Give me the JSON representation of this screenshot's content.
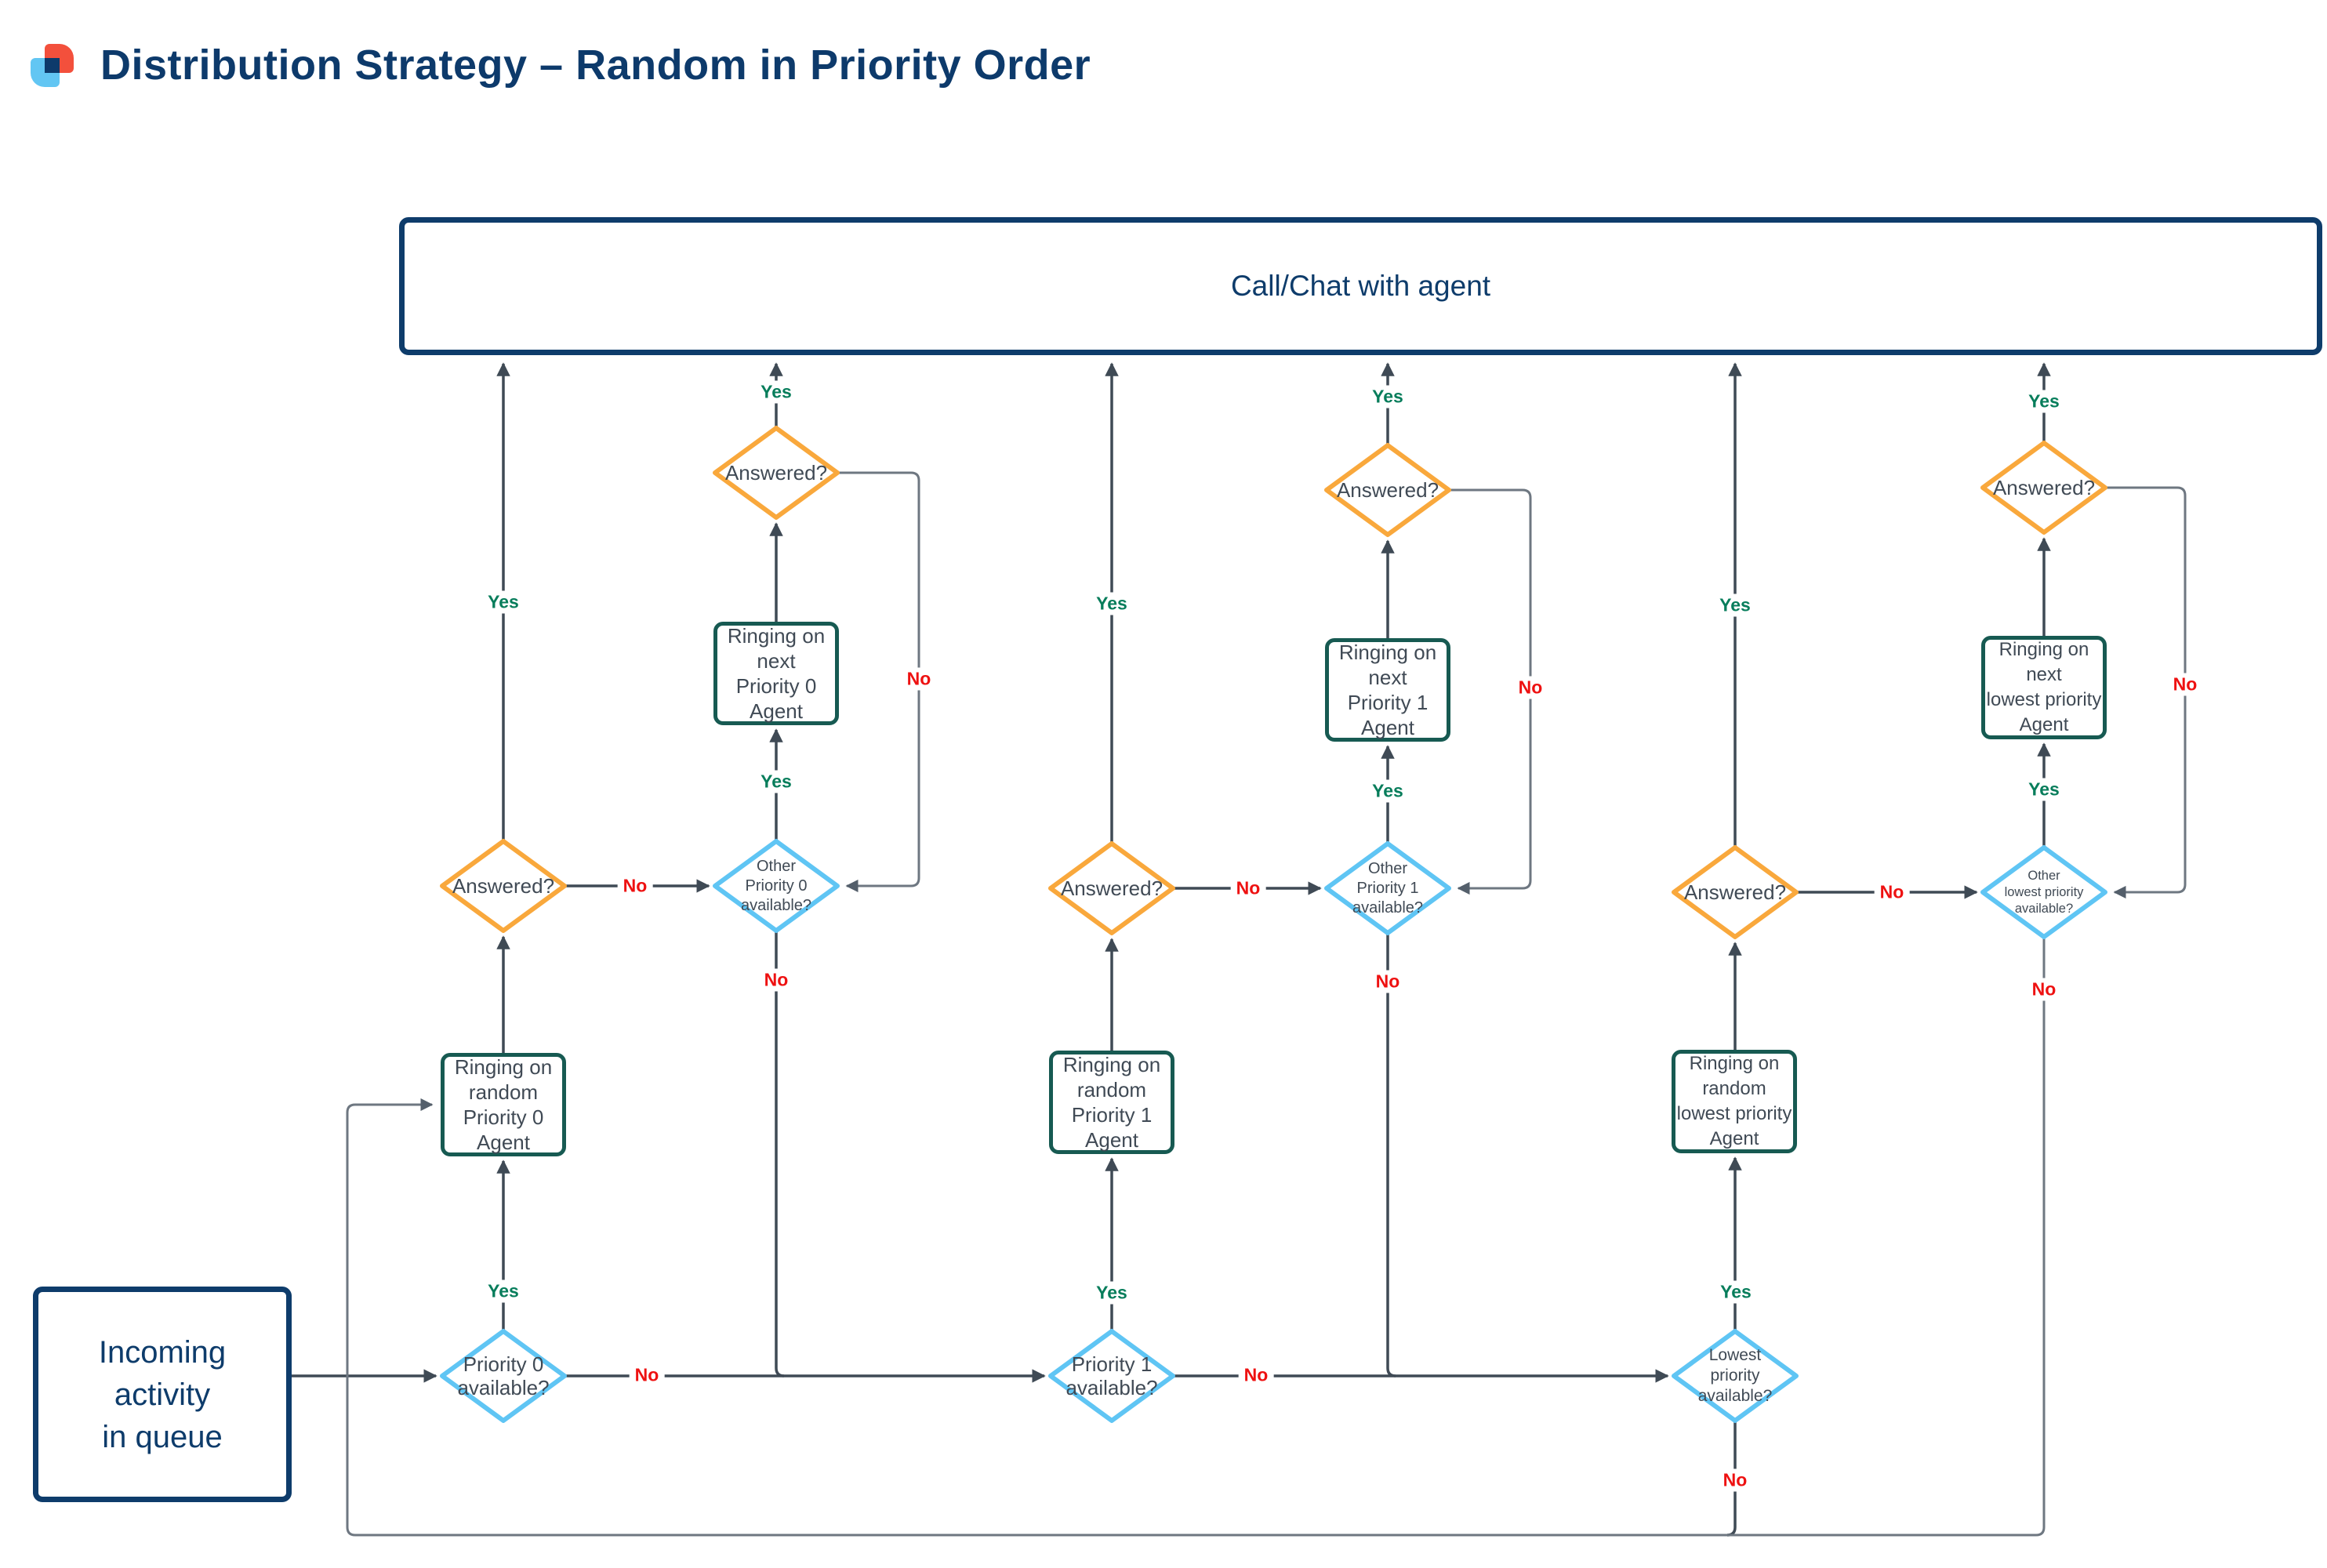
{
  "title": "Distribution Strategy – Random in Priority Order",
  "top_box": {
    "label": "Call/Chat with agent"
  },
  "start_box": {
    "label": "Incoming\nactivity\nin queue"
  },
  "labels": {
    "yes": "Yes",
    "no": "No"
  },
  "colors": {
    "navy": "#0e3c6b",
    "teal_box_border": "#175a52",
    "orange_diamond": "#f9a83c",
    "blue_diamond": "#5fc5f4",
    "yes_green": "#077d5b",
    "no_red": "#ee1111",
    "connector_dark": "#3f4a55",
    "connector_gray": "#6e7781",
    "text_slate": "#404a55",
    "logo_red": "#f3503c",
    "logo_blue": "#62c6f3"
  },
  "columns": [
    {
      "availability_diamond": "Priority 0\navailable?",
      "random_box": "Ringing on\nrandom\nPriority 0\nAgent",
      "answered_diamond": "Answered?",
      "other_diamond": "Other\nPriority 0\navailable?",
      "next_box": "Ringing on\nnext\nPriority 0\nAgent",
      "answered_top_diamond": "Answered?"
    },
    {
      "availability_diamond": "Priority 1\navailable?",
      "random_box": "Ringing on\nrandom\nPriority 1\nAgent",
      "answered_diamond": "Answered?",
      "other_diamond": "Other\nPriority 1\navailable?",
      "next_box": "Ringing on\nnext\nPriority 1\nAgent",
      "answered_top_diamond": "Answered?"
    },
    {
      "availability_diamond": "Lowest\npriority\navailable?",
      "random_box": "Ringing on\nrandom\nlowest priority\nAgent",
      "answered_diamond": "Answered?",
      "other_diamond": "Other\nlowest priority\navailable?",
      "next_box": "Ringing on\nnext\nlowest priority\nAgent",
      "answered_top_diamond": "Answered?"
    }
  ]
}
